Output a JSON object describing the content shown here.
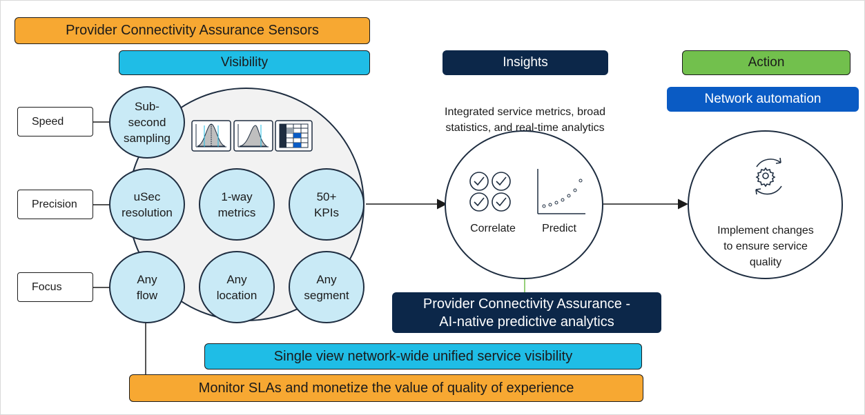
{
  "banners": {
    "sensors": "Provider Connectivity Assurance Sensors",
    "visibility": "Visibility",
    "insights": "Insights",
    "action": "Action",
    "network_automation": "Network automation",
    "analytics": "Provider Connectivity Assurance -\nAI-native predictive analytics",
    "single_view": "Single view network-wide unified service visibility",
    "monitor_slas": "Monitor SLAs and monetize the value of quality of experience"
  },
  "row_labels": [
    "Speed",
    "Precision",
    "Focus"
  ],
  "sensor_circles": {
    "speed": "Sub-\nsecond\nsampling",
    "usec": "uSec\nresolution",
    "oneway": "1-way\nmetrics",
    "kpis": "50+\nKPIs",
    "flow": "Any\nflow",
    "location": "Any\nlocation",
    "segment": "Any\nsegment"
  },
  "insights": {
    "description": "Integrated service metrics, broad\nstatistics, and real-time analytics",
    "correlate": "Correlate",
    "predict": "Predict"
  },
  "action": {
    "description": "Implement changes\nto ensure service\nquality"
  },
  "colors": {
    "orange": "#f7a832",
    "cyan": "#1fbde6",
    "navy": "#0c2749",
    "green": "#72c04d",
    "blue": "#0a5bc4",
    "circle_fill": "#c9eaf6"
  }
}
